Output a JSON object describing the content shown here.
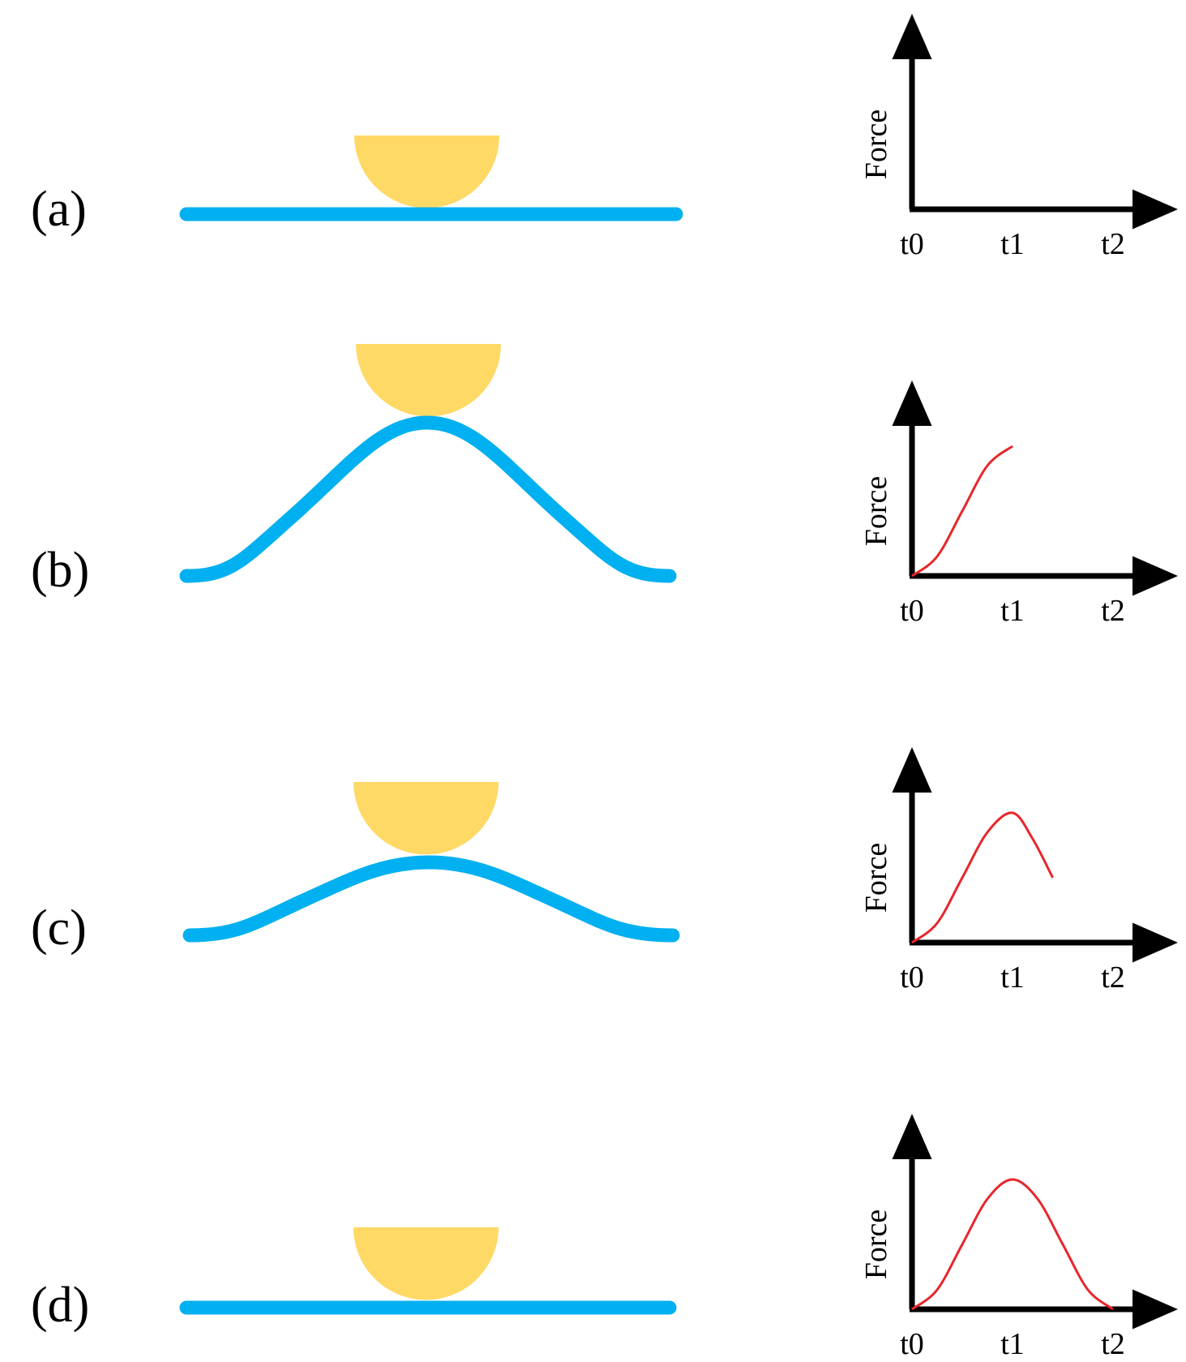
{
  "panels": [
    {
      "label": "(a)",
      "state": "flat"
    },
    {
      "label": "(b)",
      "state": "bent-high"
    },
    {
      "label": "(c)",
      "state": "bent-low"
    },
    {
      "label": "(d)",
      "state": "flat"
    }
  ],
  "chart_data": [
    {
      "type": "line",
      "ylabel": "Force",
      "xticks": [
        "t0",
        "t1",
        "t2"
      ],
      "series": [
        {
          "x": [],
          "y": []
        }
      ]
    },
    {
      "type": "line",
      "ylabel": "Force",
      "xticks": [
        "t0",
        "t1",
        "t2"
      ],
      "series": [
        {
          "x": [
            0,
            0.25,
            0.5,
            0.75,
            1.0
          ],
          "y": [
            0,
            0.15,
            0.5,
            0.85,
            1.0
          ]
        }
      ]
    },
    {
      "type": "line",
      "ylabel": "Force",
      "xticks": [
        "t0",
        "t1",
        "t2"
      ],
      "series": [
        {
          "x": [
            0,
            0.25,
            0.5,
            0.75,
            1.0,
            1.2,
            1.4
          ],
          "y": [
            0,
            0.15,
            0.5,
            0.85,
            1.0,
            0.8,
            0.5
          ]
        }
      ]
    },
    {
      "type": "line",
      "ylabel": "Force",
      "xticks": [
        "t0",
        "t1",
        "t2"
      ],
      "series": [
        {
          "x": [
            0,
            0.25,
            0.5,
            0.75,
            1.0,
            1.25,
            1.5,
            1.75,
            2.0
          ],
          "y": [
            0,
            0.15,
            0.5,
            0.85,
            1.0,
            0.85,
            0.5,
            0.15,
            0
          ]
        }
      ]
    }
  ],
  "colors": {
    "beam": "#00b0f0",
    "indenter": "#ffd966",
    "curve": "#e8262a",
    "axis": "#000000"
  }
}
